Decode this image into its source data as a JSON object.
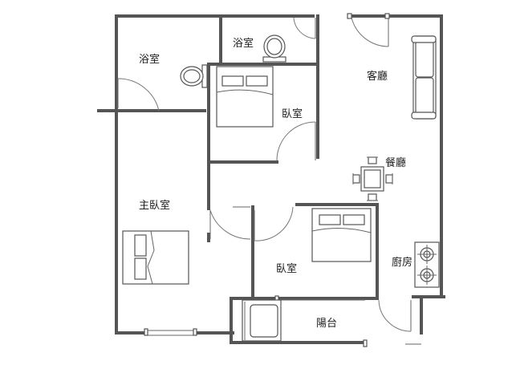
{
  "rooms": {
    "bath_left": "浴室",
    "bath_top": "浴室",
    "living": "客廳",
    "bedroom_upper": "臥室",
    "dining": "餐廳",
    "master_bedroom": "主臥室",
    "bedroom_lower": "臥室",
    "kitchen": "廚房",
    "balcony": "陽台"
  }
}
